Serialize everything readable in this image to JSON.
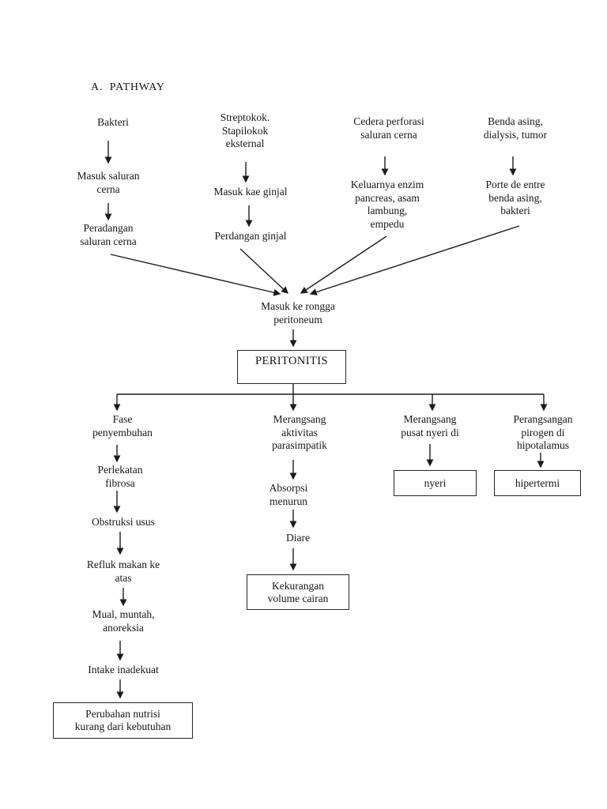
{
  "page": {
    "heading": "A.  PATHWAY"
  },
  "flow": {
    "col1": {
      "top": "Bakteri",
      "mid": "Masuk saluran\ncerna",
      "bot": "Peradangan\nsaluran cerna"
    },
    "col2": {
      "top": "Streptokok.\nStapilokok\neksternal",
      "mid": "Masuk kae ginjal",
      "bot": "Perdangan ginjal"
    },
    "col3": {
      "top": "Cedera perforasi\nsaluran cerna",
      "mid": "Keluarnya enzim\npancreas, asam\nlambung,\nempedu"
    },
    "col4": {
      "top": "Benda asing,\ndialysis, tumor",
      "mid": "Porte de entre\nbenda asing,\nbakteri"
    },
    "converge": "Masuk ke rongga\nperitoneum",
    "diagnosis": "PERITONITIS",
    "branch1": {
      "n1": "Fase\npenyembuhan",
      "n2": "Perlekatan\nfibrosa",
      "n3": "Obstruksi usus",
      "n4": "Refluk makan ke\natas",
      "n5": "Mual, muntah,\nanoreksia",
      "n6": "Intake inadekuat",
      "outcome": "Perubahan nutrisi\nkurang dari kebutuhan"
    },
    "branch2": {
      "n1": "Merangsang\naktivitas\nparasimpatik",
      "n2": "Absorpsi\nmenurun",
      "n3": "Diare",
      "outcome": "Kekurangan\nvolume cairan"
    },
    "branch3": {
      "n1": "Merangsang\npusat nyeri di",
      "outcome": "nyeri"
    },
    "branch4": {
      "n1": "Perangsangan\npirogen di\nhipotalamus",
      "outcome": "hipertermi"
    }
  },
  "colors": {
    "ink": "#1c1c1c",
    "paper": "#ffffff"
  }
}
